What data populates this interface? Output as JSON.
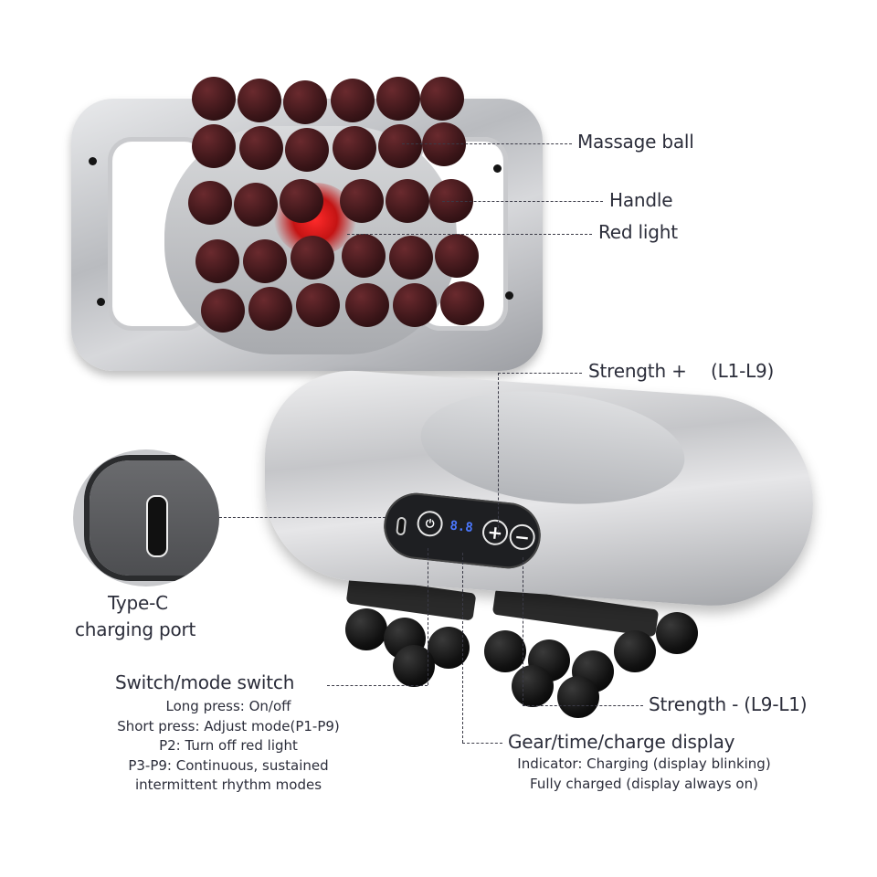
{
  "callouts": {
    "massage_ball": "Massage ball",
    "handle": "Handle",
    "red_light": "Red light",
    "strength_plus": "Strength +",
    "strength_plus_range": "(L1-L9)",
    "type_c_line1": "Type-C",
    "type_c_line2": "charging port",
    "switch_title": "Switch/mode switch",
    "switch_lines": [
      "Long press: On/off",
      "Short press: Adjust mode(P1-P9)",
      "P2: Turn off red light",
      "P3-P9: Continuous, sustained",
      "intermittent rhythm modes"
    ],
    "strength_minus": "Strength - (L9-L1)",
    "display_title": "Gear/time/charge display",
    "display_lines": [
      "Indicator: Charging (display blinking)",
      "Fully charged (display always on)"
    ]
  },
  "control_panel": {
    "display_value": "8.8",
    "plus_symbol": "+",
    "minus_symbol": "−",
    "mode_symbol": "⏻"
  },
  "colors": {
    "text": "#2b2d3a",
    "display": "#4b78ff",
    "red_light": "#ff2a2a",
    "silver": "#c5c6c9"
  }
}
